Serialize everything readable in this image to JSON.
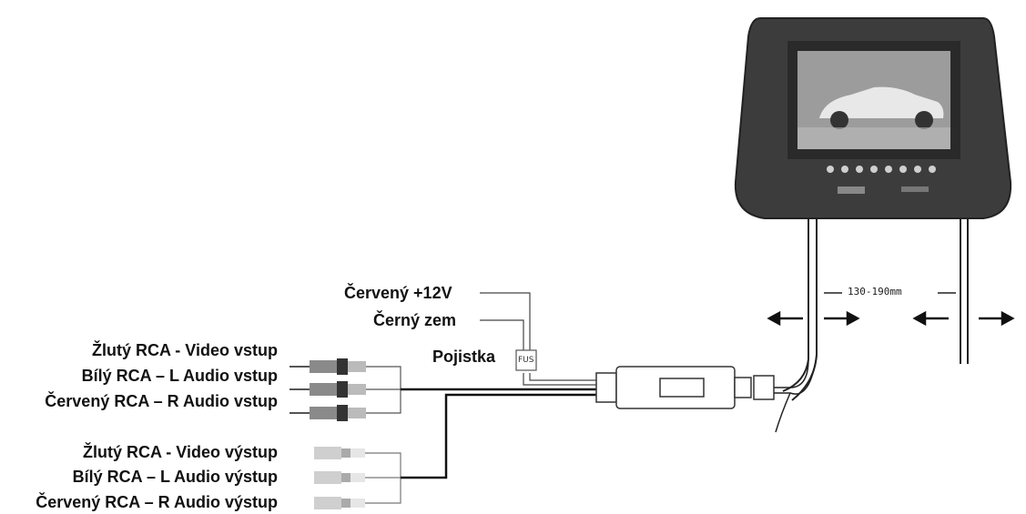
{
  "power": {
    "red_12v": "Červený +12V",
    "black_ground": "Černý zem",
    "fuse_label": "Pojistka",
    "fuse_text": "FUS"
  },
  "inputs": [
    {
      "text": "Žlutý RCA - Video vstup"
    },
    {
      "text": "Bílý RCA – L Audio vstup"
    },
    {
      "text": "Červený RCA – R Audio vstup"
    }
  ],
  "outputs": [
    {
      "text": "Žlutý RCA - Video výstup"
    },
    {
      "text": "Bílý RCA – L Audio výstup"
    },
    {
      "text": "Červený RCA – R Audio výstup"
    }
  ],
  "dimension": {
    "text": "130-190mm"
  },
  "colors": {
    "line": "#222222",
    "monitor": "#3a3a3a",
    "screen": "#6b6b6b"
  },
  "icons": [
    "headrest-monitor-icon",
    "rca-plug-icon",
    "fuse-icon",
    "control-box-icon",
    "arrow-left-icon",
    "arrow-right-icon"
  ]
}
